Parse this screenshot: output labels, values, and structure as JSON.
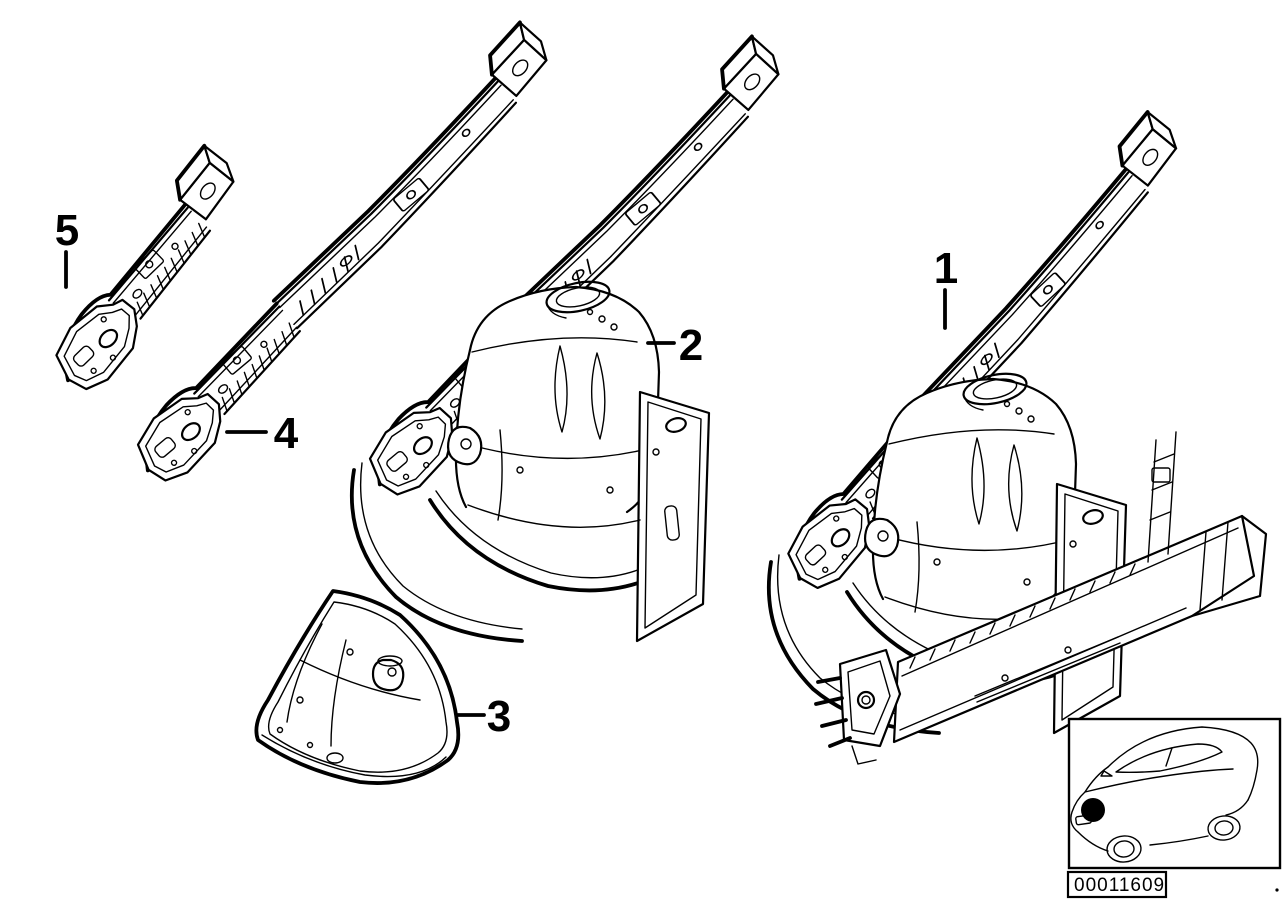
{
  "diagram": {
    "type": "exploded-parts-line-drawing",
    "background_color": "#ffffff",
    "line_color": "#000000",
    "callouts": {
      "c1": {
        "label": "1"
      },
      "c2": {
        "label": "2"
      },
      "c3": {
        "label": "3"
      },
      "c4": {
        "label": "4"
      },
      "c5": {
        "label": "5"
      }
    },
    "inset": {
      "car_icon": "car-three-quarter-outline-icon",
      "marker_icon": "front-wheelhouse-location-dot",
      "marker_color": "#000000"
    },
    "image_number": "00011609"
  }
}
